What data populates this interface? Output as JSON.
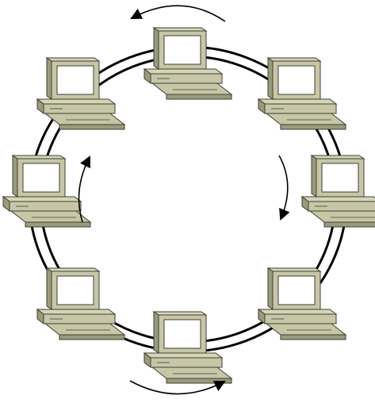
{
  "diagram": {
    "type": "ring-network",
    "title": "",
    "node_count": 8,
    "node_icon": "desktop-computer-icon",
    "link_style": "double-ring",
    "direction_arrows": 4,
    "colors": {
      "background": "#ffffff",
      "ring": "#000000",
      "computer_body": "#c7c7a8",
      "computer_shade": "#9a9a7d",
      "computer_outline": "#3f3f33",
      "screen": "#ffffff",
      "arrow": "#000000"
    }
  }
}
